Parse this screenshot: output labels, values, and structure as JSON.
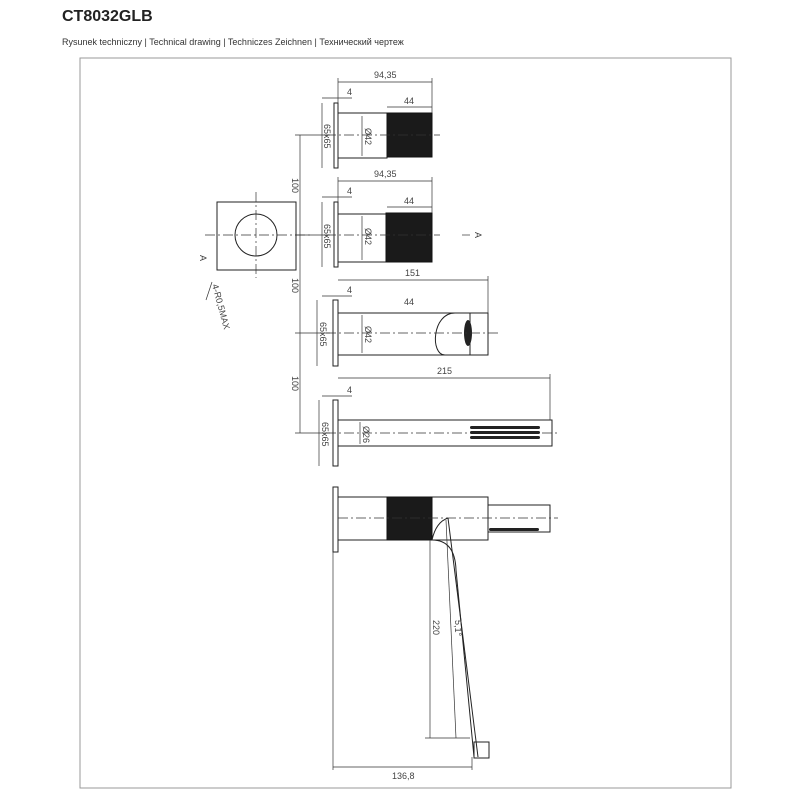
{
  "header": {
    "title": "CT8032GLB",
    "subtitle": "Rysunek techniczny | Technical drawing | Techniczes Zeichnen | Технический чертеж"
  },
  "drawing": {
    "section_label": "A",
    "corner_note": "4-R0,5MAX",
    "spacing": "100",
    "plate": "65x65",
    "wall_offset": "4",
    "valve1": {
      "length": "94,35",
      "knob": "44",
      "diameter": "Ø42"
    },
    "valve2": {
      "length": "94,35",
      "knob": "44",
      "diameter": "Ø42"
    },
    "spout": {
      "length": "151",
      "inner": "44",
      "diameter": "Ø42"
    },
    "hand_shower": {
      "length": "215",
      "diameter": "Ø26"
    },
    "side_view": {
      "height": "220",
      "angle": "5,1°",
      "depth": "136,8"
    }
  }
}
